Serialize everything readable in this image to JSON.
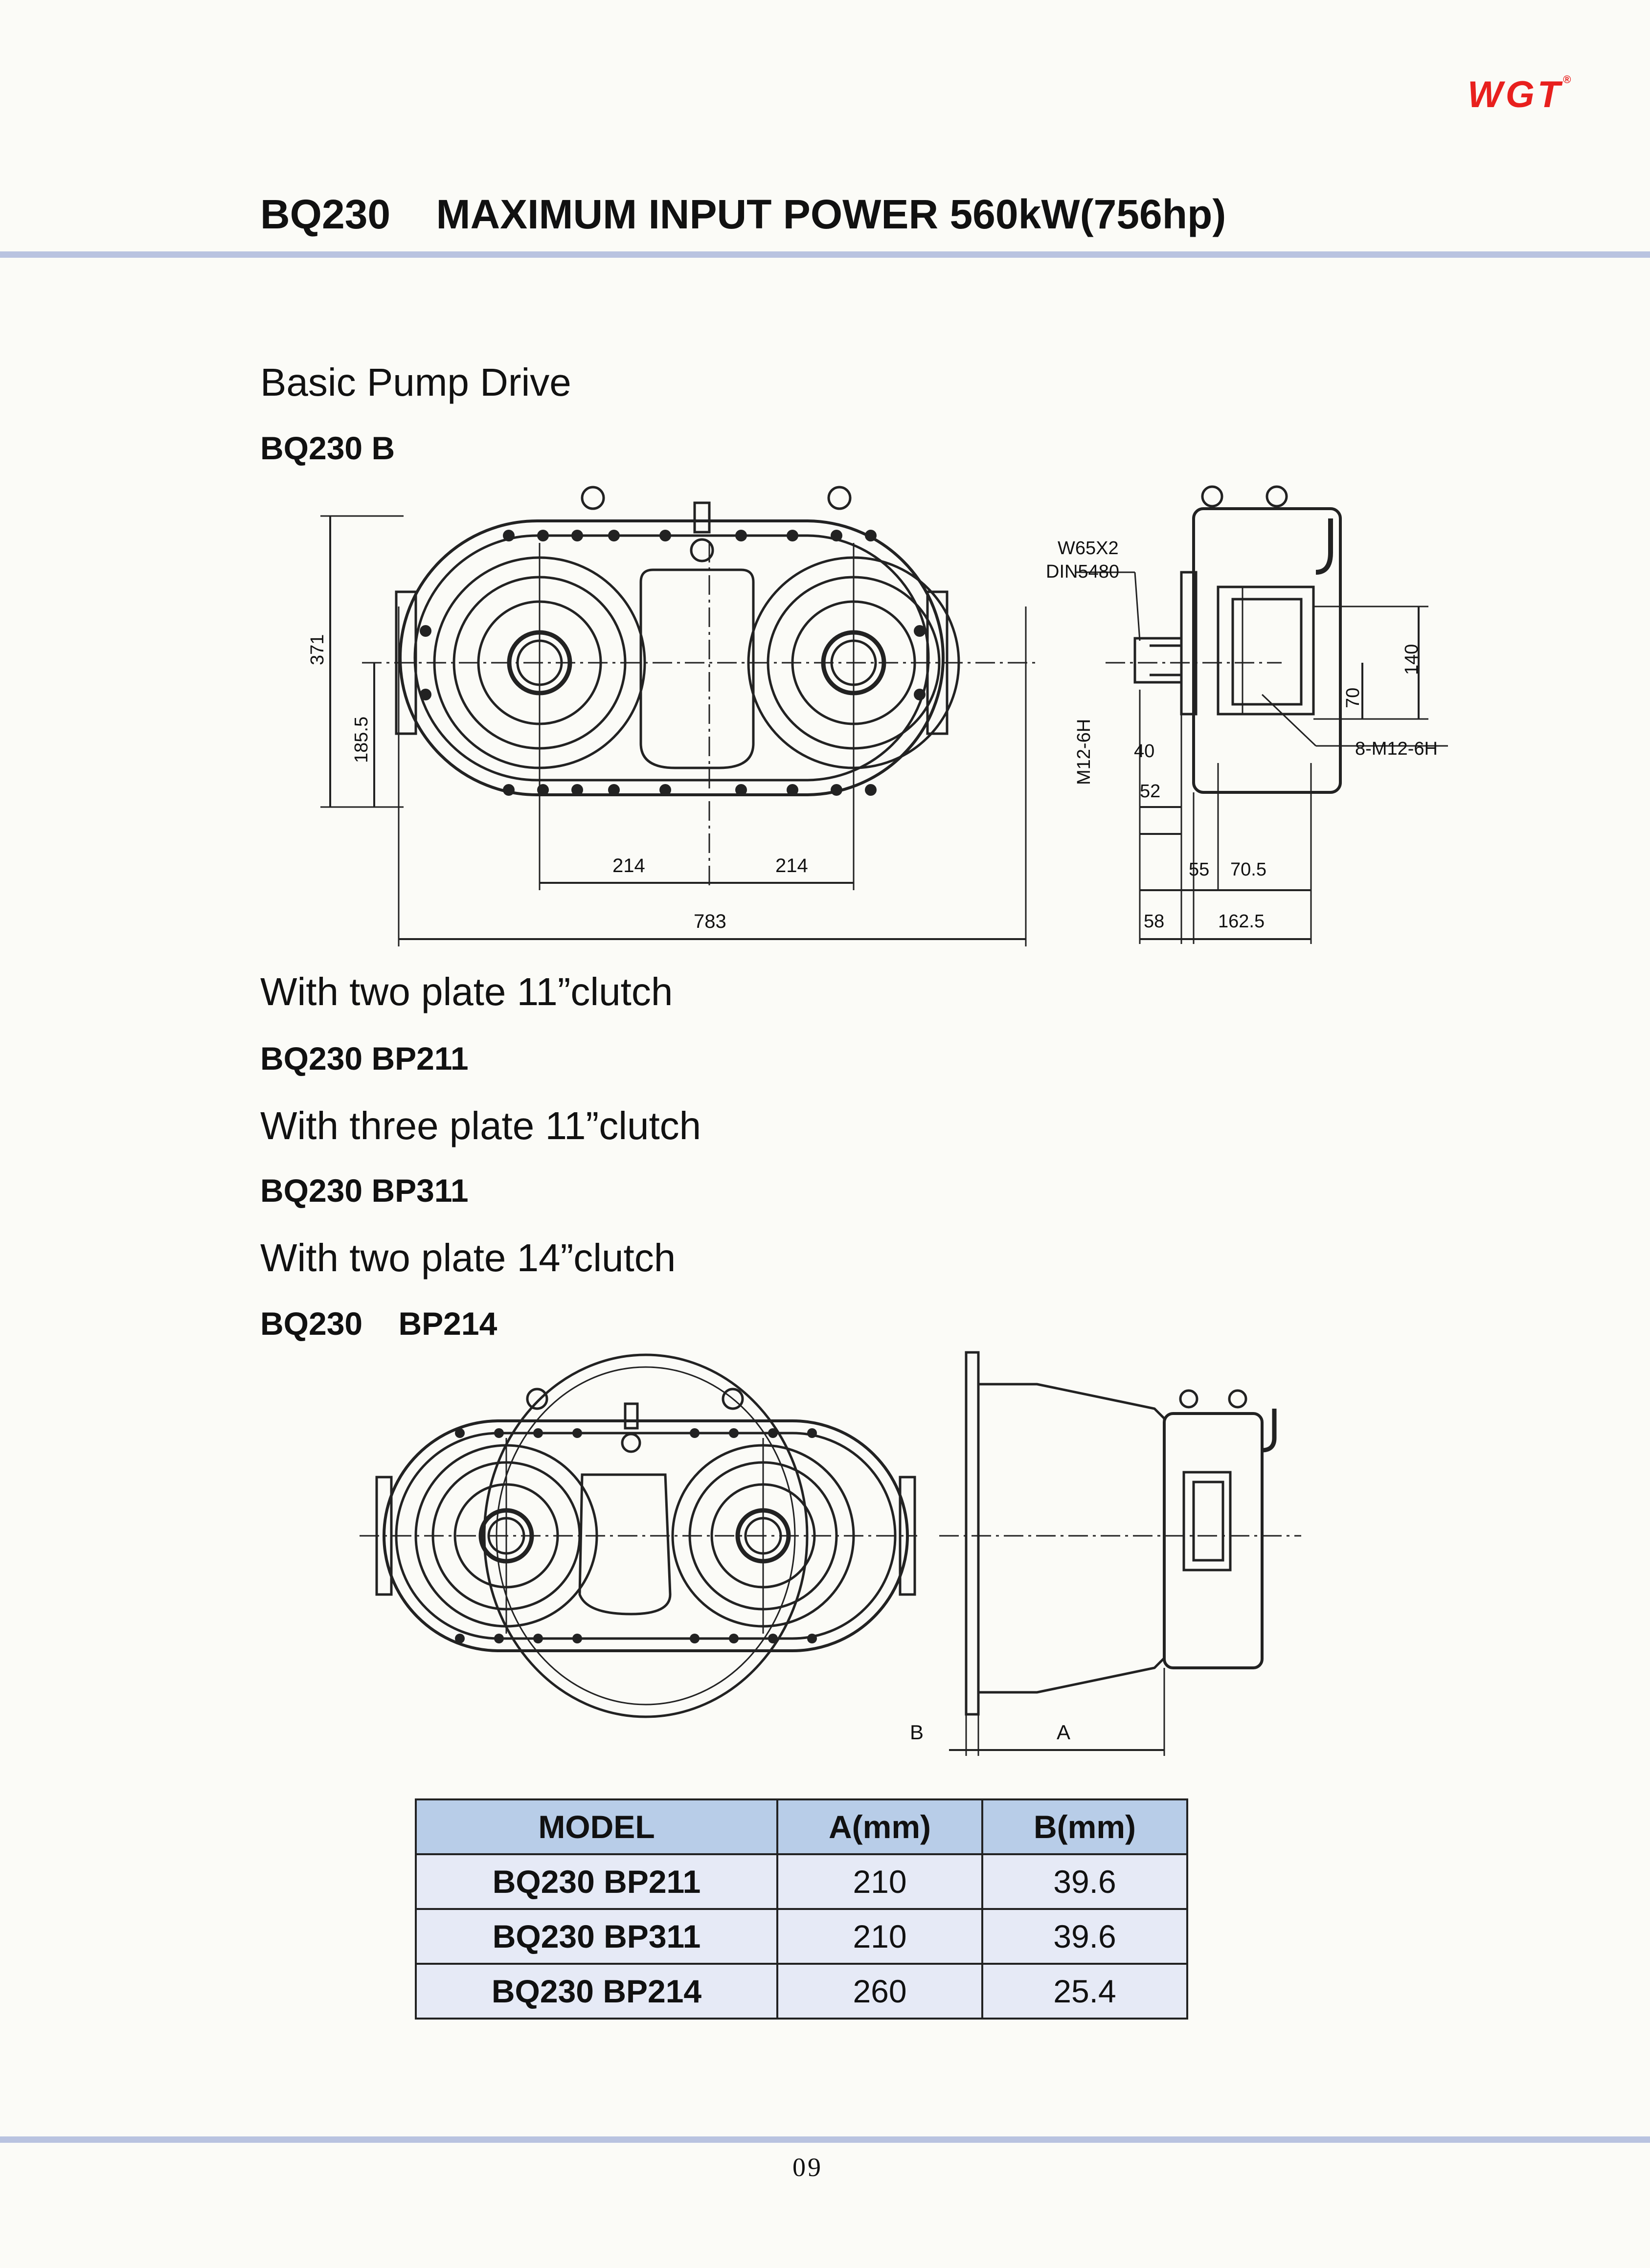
{
  "brand": {
    "name": "WGT",
    "mark": "®",
    "color": "#e8201e"
  },
  "page_title": "BQ230    MAXIMUM INPUT POWER 560kW(756hp)",
  "colors": {
    "rule": "#b9c3e0",
    "table_header": "#b8cde8",
    "table_row": "#e6eaf6"
  },
  "sections": [
    {
      "title": "Basic Pump Drive",
      "model": "BQ230 B"
    },
    {
      "title": "With two plate 11”clutch",
      "model": "BQ230 BP211"
    },
    {
      "title": "With three plate 11”clutch",
      "model": "BQ230 BP311"
    },
    {
      "title": "With two plate 14”clutch",
      "model": "BQ230    BP214"
    }
  ],
  "drawing_basic": {
    "dims": {
      "height_total": "371",
      "height_half": "185.5",
      "pitch_left": "214",
      "pitch_right": "214",
      "length_total": "783",
      "spline": "W65X2",
      "spline_std": "DIN5480",
      "thread_side": "M12-6H",
      "d40": "40",
      "d52": "52",
      "d55": "55",
      "d70_5": "70.5",
      "d58": "58",
      "d162_5": "162.5",
      "d70": "70",
      "d140": "140",
      "holes": "8-M12-6H"
    }
  },
  "drawing_clutch": {
    "dims": {
      "a": "A",
      "b": "B"
    }
  },
  "table": {
    "headers": [
      "MODEL",
      "A(mm)",
      "B(mm)"
    ],
    "rows": [
      {
        "model": "BQ230 BP211",
        "a": "210",
        "b": "39.6"
      },
      {
        "model": "BQ230 BP311",
        "a": "210",
        "b": "39.6"
      },
      {
        "model": "BQ230 BP214",
        "a": "260",
        "b": "25.4"
      }
    ]
  },
  "page_number": "09"
}
